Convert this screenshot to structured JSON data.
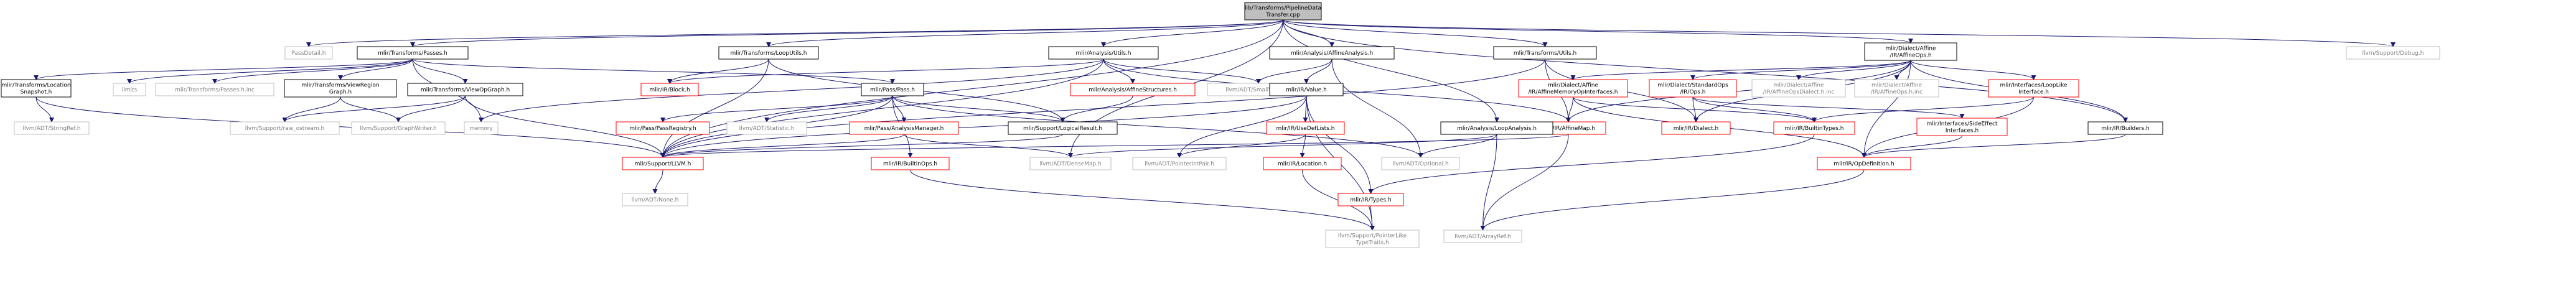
{
  "colors": {
    "root_fill": "#bfbfbf",
    "black": "#000000",
    "red": "#ff0000",
    "grey": "#bfbfbf",
    "muted_text": "#7f7f7f",
    "edge": "#191970"
  },
  "nodes": {
    "root": [
      "lib/Transforms/PipelineData",
      "Transfer.cpp"
    ],
    "passdetail": [
      "PassDetail.h"
    ],
    "passes": [
      "mlir/Transforms/Passes.h"
    ],
    "looputils": [
      "mlir/Transforms/LoopUtils.h"
    ],
    "analysisutils": [
      "mlir/Analysis/Utils.h"
    ],
    "affineanalysis": [
      "mlir/Analysis/AffineAnalysis.h"
    ],
    "tutils": [
      "mlir/Transforms/Utils.h"
    ],
    "affineops": [
      "mlir/Dialect/Affine",
      "/IR/AffineOps.h"
    ],
    "debug": [
      "llvm/Support/Debug.h"
    ],
    "locsnap": [
      "mlir/Transforms/Location",
      "Snapshot.h"
    ],
    "limits": [
      "limits"
    ],
    "passesinc": [
      "mlir/Transforms/Passes.h.inc"
    ],
    "viewregion": [
      "mlir/Transforms/ViewRegion",
      "Graph.h"
    ],
    "viewopgraph": [
      "mlir/Transforms/ViewOpGraph.h"
    ],
    "block": [
      "mlir/IR/Block.h"
    ],
    "passh": [
      "mlir/Pass/Pass.h"
    ],
    "affinestruct": [
      "mlir/Analysis/AffineStructures.h"
    ],
    "smallvector": [
      "llvm/ADT/SmallVector.h"
    ],
    "value": [
      "mlir/IR/Value.h"
    ],
    "affinememops": [
      "mlir/Dialect/Affine",
      "/IR/AffineMemoryOpInterfaces.h"
    ],
    "stdops": [
      "mlir/Dialect/StandardOps",
      "/IR/Ops.h"
    ],
    "affineopsdialect": [
      "mlir/Dialect/Affine",
      "/IR/AffineOpsDialect.h.inc"
    ],
    "affineopsinc": [
      "mlir/Dialect/Affine",
      "/IR/AffineOps.h.inc"
    ],
    "looplike": [
      "mlir/Interfaces/LoopLike",
      "Interface.h"
    ],
    "stringref": [
      "llvm/ADT/StringRef.h"
    ],
    "memory": [
      "memory"
    ],
    "rawostream": [
      "llvm/Support/raw_ostream.h"
    ],
    "graphwriter": [
      "llvm/Support/GraphWriter.h"
    ],
    "passregistry": [
      "mlir/Pass/PassRegistry.h"
    ],
    "statistic": [
      "llvm/ADT/Statistic.h"
    ],
    "analysismgr": [
      "mlir/Pass/AnalysisManager.h"
    ],
    "logicalresult": [
      "mlir/Support/LogicalResult.h"
    ],
    "usedeflists": [
      "mlir/IR/UseDefLists.h"
    ],
    "affinemap": [
      "mlir/IR/AffineMap.h"
    ],
    "looppanalysis": [
      "mlir/Analysis/LoopAnalysis.h"
    ],
    "dialect": [
      "mlir/IR/Dialect.h"
    ],
    "builtintypes": [
      "mlir/IR/BuiltinTypes.h"
    ],
    "sideeffect": [
      "mlir/Interfaces/SideEffect",
      "Interfaces.h"
    ],
    "builders": [
      "mlir/IR/Builders.h"
    ],
    "supportllvm": [
      "mlir/Support/LLVM.h"
    ],
    "builtinops": [
      "mlir/IR/BuiltinOps.h"
    ],
    "densemap": [
      "llvm/ADT/DenseMap.h"
    ],
    "pointerintpair": [
      "llvm/ADT/PointerIntPair.h"
    ],
    "location": [
      "mlir/IR/Location.h"
    ],
    "optional": [
      "llvm/ADT/Optional.h"
    ],
    "types": [
      "mlir/IR/Types.h"
    ],
    "opdef": [
      "mlir/IR/OpDefinition.h"
    ],
    "none": [
      "llvm/ADT/None.h"
    ],
    "pointerlike": [
      "llvm/Support/PointerLike",
      "TypeTraits.h"
    ],
    "arrayref": [
      "llvm/ADT/ArrayRef.h"
    ]
  }
}
